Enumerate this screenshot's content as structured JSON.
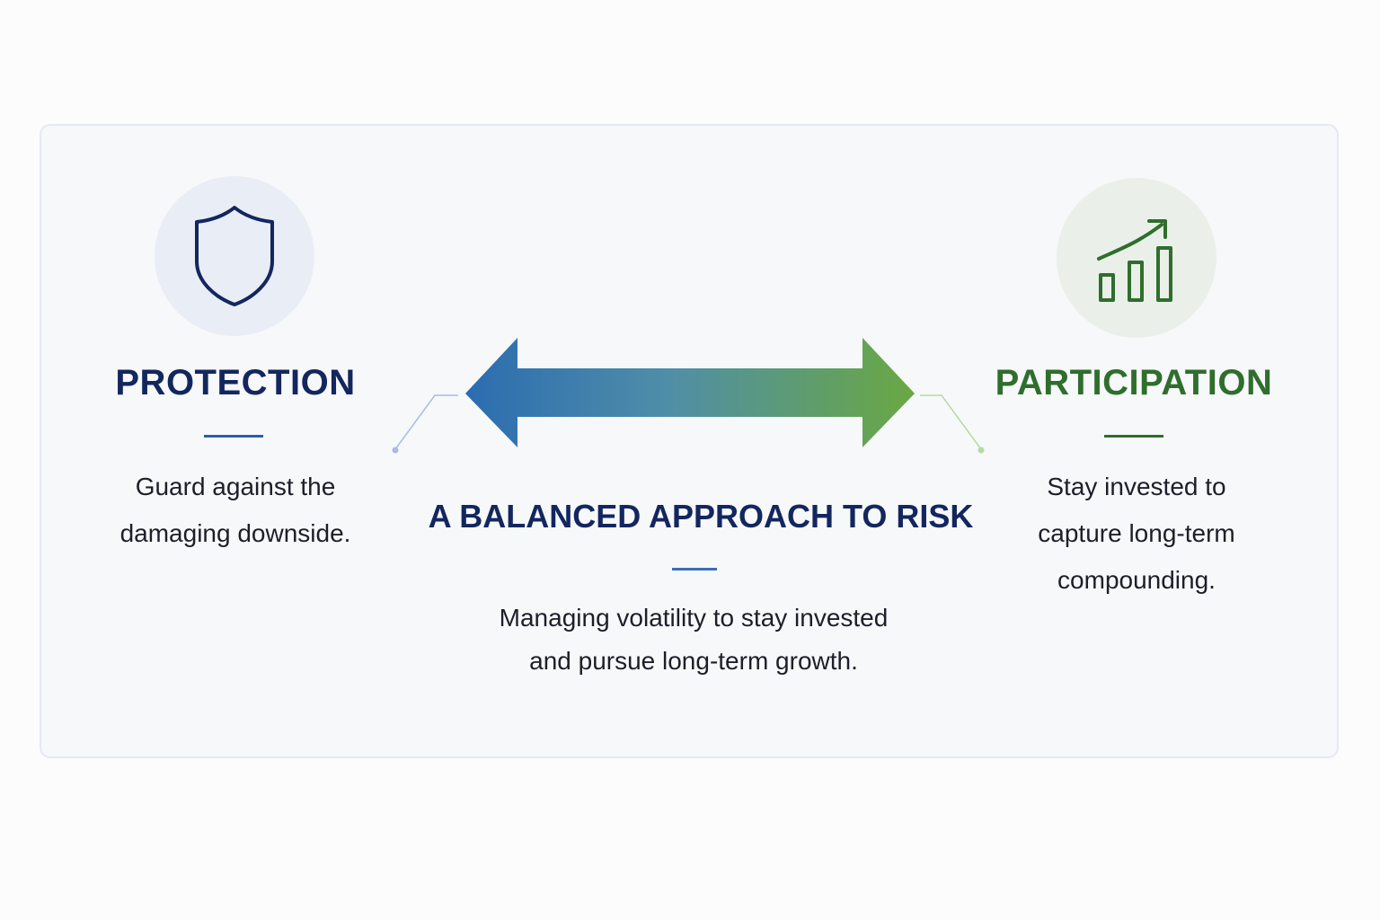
{
  "protection": {
    "title": "PROTECTION",
    "description_line1": "Guard against the",
    "description_line2": "damaging downside.",
    "icon": "shield-icon",
    "color": "#13275e"
  },
  "participation": {
    "title": "PARTICIPATION",
    "description_line1": "Stay invested to",
    "description_line2": "capture long-term",
    "description_line3": "compounding.",
    "icon": "growth-chart-icon",
    "color": "#2f6e2c"
  },
  "center": {
    "title": "A BALANCED APPROACH TO RISK",
    "description_line1": "Managing volatility to stay invested",
    "description_line2": "and pursue long-term growth.",
    "arrow_gradient": [
      "#2b6cb0",
      "#6aa842"
    ]
  }
}
